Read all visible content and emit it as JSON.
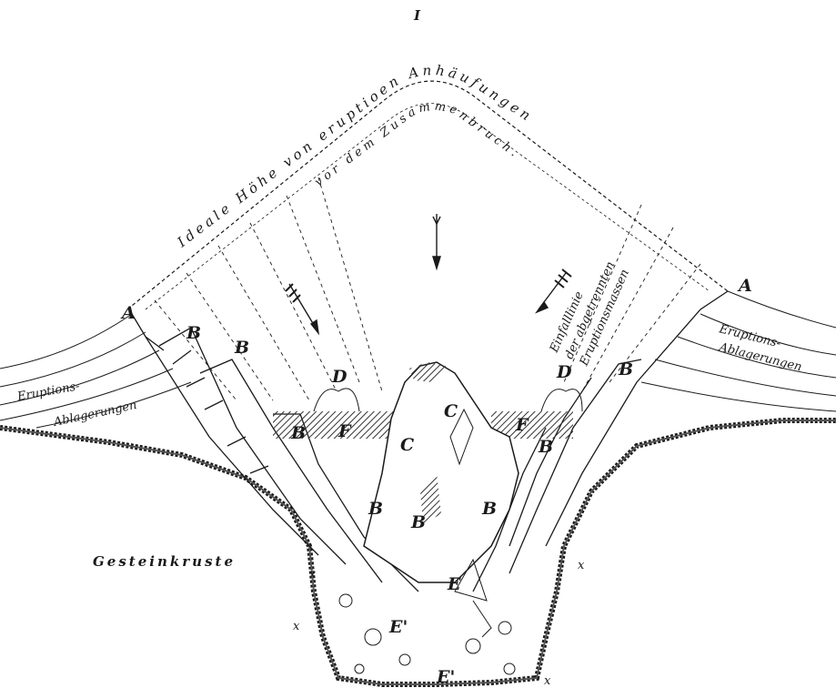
{
  "figure_number": "I",
  "arc_upper_text": "Ideale Höhe von eruptioen Anhäufungen",
  "arc_lower_text": "vor dem Zusammenbruch.",
  "right_side_lines": [
    "Einfalllinie",
    "der abgetrennten",
    "Eruptionsmassen"
  ],
  "left_layers": [
    "Eruptions-",
    "Ablagerungen"
  ],
  "right_layers": [
    "Eruptions-",
    "Ablagerungen"
  ],
  "crust_label": "Gesteinkruste",
  "point_labels": {
    "A": "A",
    "B": "B",
    "C": "C",
    "D": "D",
    "E": "E",
    "E_prime": "E'",
    "F": "F",
    "x": "x"
  },
  "colors": {
    "ink": "#1a1a1a",
    "paper": "#ffffff",
    "hatch": "#333333"
  }
}
